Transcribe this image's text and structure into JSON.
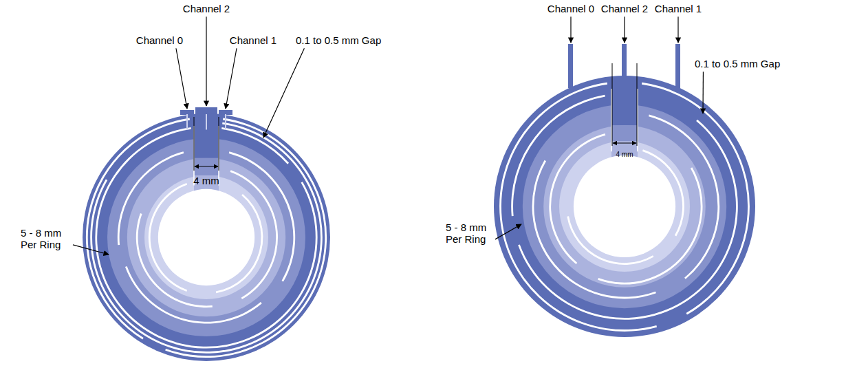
{
  "diagram": {
    "labels": [
      "Channel 2",
      "Channel 0",
      "Channel 1",
      "0.1 to 0.5 mm Gap",
      "4 mm",
      "5 - 8 mm Per Ring",
      "Channel 0",
      "Channel 2",
      "Channel 1",
      "0.1 to 0.5 mm Gap",
      "4 mm",
      "5 - 8 mm Per Ring"
    ]
  }
}
